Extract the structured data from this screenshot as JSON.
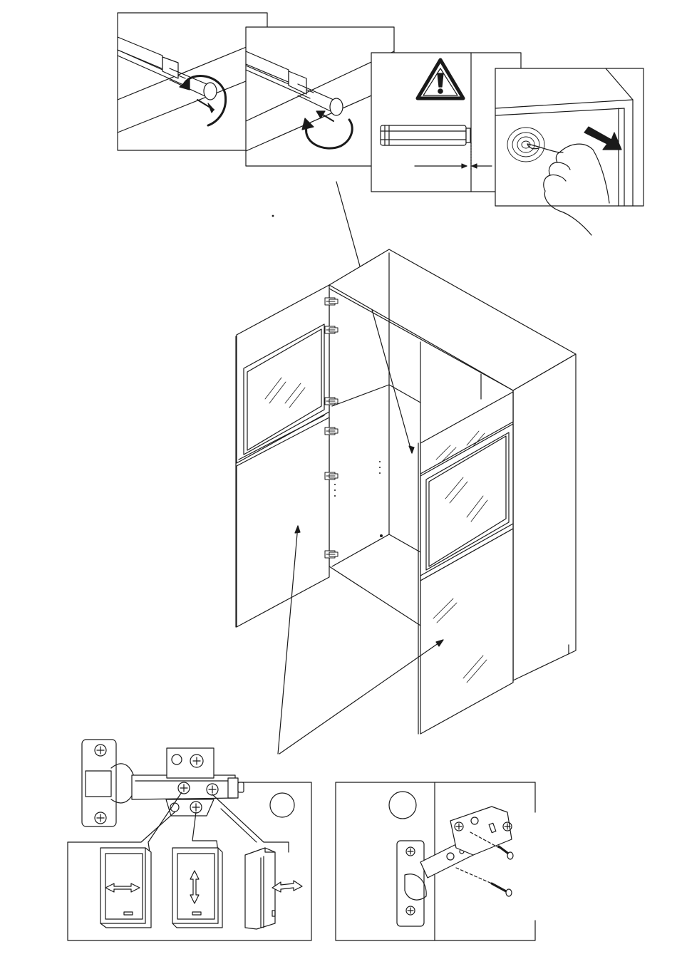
{
  "document": {
    "type": "assembly-instruction-page",
    "colors": {
      "line": "#1a1a1a",
      "background": "#ffffff"
    }
  },
  "top_panels": [
    {
      "id": "damper-unscrew",
      "icon": "counterclockwise-rotate-arrow"
    },
    {
      "id": "damper-screw-in",
      "icon": "clockwise-rotate-arrow"
    },
    {
      "id": "push-latch-gap-warning",
      "icon": "warning-triangle-icon"
    },
    {
      "id": "push-to-open",
      "icon": "push-arrow-icon"
    }
  ],
  "cabinet": {
    "glass_panels": 4,
    "hinges": 6
  },
  "hinge_adjustment": {
    "step_badge": "",
    "directions": [
      "horizontal",
      "vertical",
      "depth"
    ]
  },
  "hinge_mounting": {
    "step_badge": "",
    "screws": 2
  }
}
